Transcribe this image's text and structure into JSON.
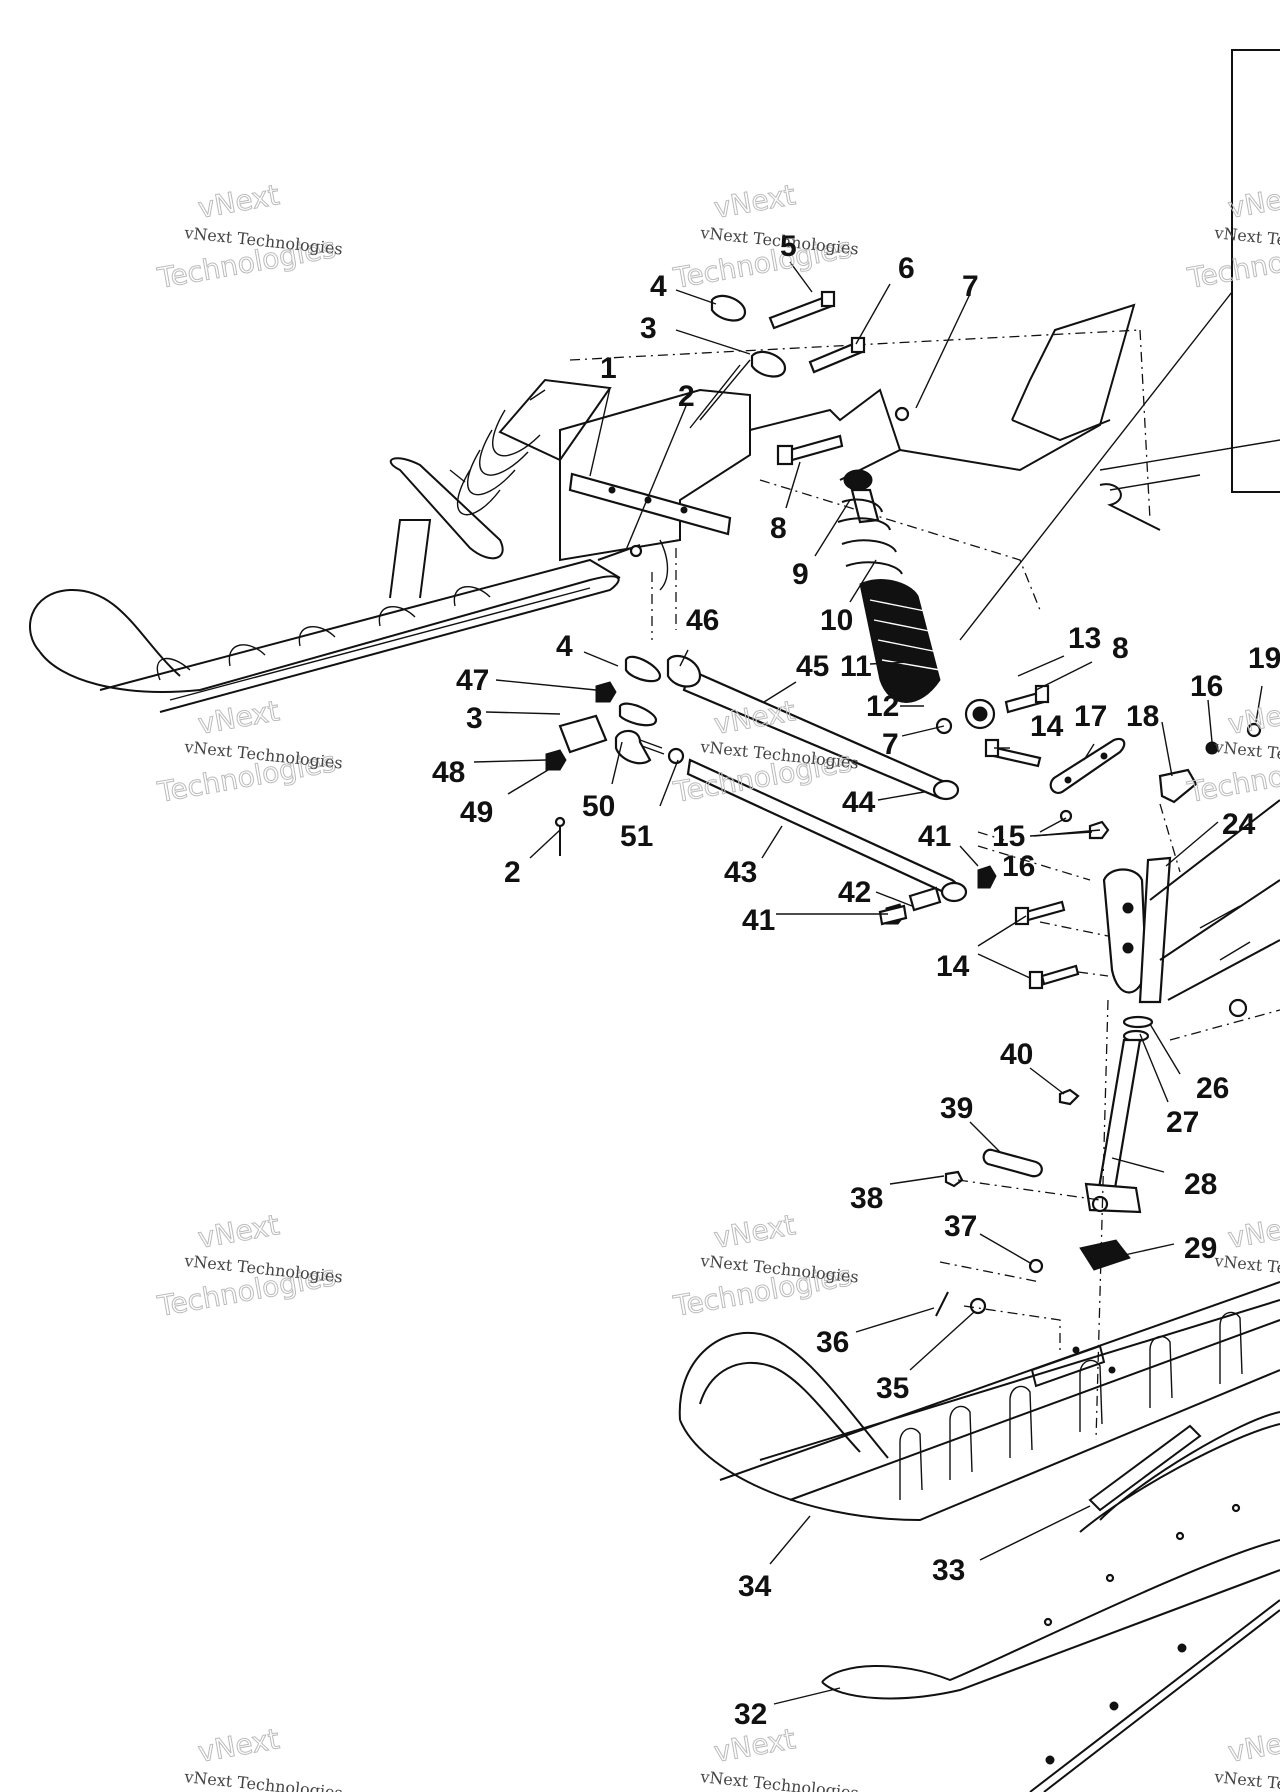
{
  "watermark": {
    "text_small": "vNext Technologies",
    "text_outline_1": "vNext",
    "text_outline_2": "Technologies"
  },
  "callouts": [
    "1",
    "2",
    "3",
    "4",
    "5",
    "6",
    "7",
    "8",
    "9",
    "10",
    "11",
    "12",
    "13",
    "14",
    "15",
    "16",
    "17",
    "18",
    "19",
    "24",
    "26",
    "27",
    "28",
    "29",
    "32",
    "33",
    "34",
    "35",
    "36",
    "37",
    "38",
    "39",
    "40",
    "41",
    "42",
    "43",
    "44",
    "45",
    "46",
    "47",
    "48",
    "49",
    "50",
    "51"
  ],
  "labels": {
    "c5": "5",
    "c4a": "4",
    "c6": "6",
    "c7a": "7",
    "c3a": "3",
    "c1": "1",
    "c2a": "2",
    "c8a": "8",
    "c9": "9",
    "c10": "10",
    "c46": "46",
    "c4b": "4",
    "c45": "45",
    "c11": "11",
    "c13": "13",
    "c8b": "8",
    "c19": "19",
    "c47": "47",
    "c16a": "16",
    "c3b": "3",
    "c12": "12",
    "c18": "18",
    "c17": "17",
    "c14a": "14",
    "c7b": "7",
    "c48": "48",
    "c50": "50",
    "c49": "49",
    "c44": "44",
    "c51": "51",
    "c41a": "41",
    "c15": "15",
    "c24": "24",
    "c2b": "2",
    "c16b": "16",
    "c43": "43",
    "c42": "42",
    "c41b": "41",
    "c14b": "14",
    "c40": "40",
    "c26": "26",
    "c27": "27",
    "c39": "39",
    "c28": "28",
    "c38": "38",
    "c37": "37",
    "c29": "29",
    "c36": "36",
    "c35": "35",
    "c34": "34",
    "c33": "33",
    "c32": "32"
  }
}
